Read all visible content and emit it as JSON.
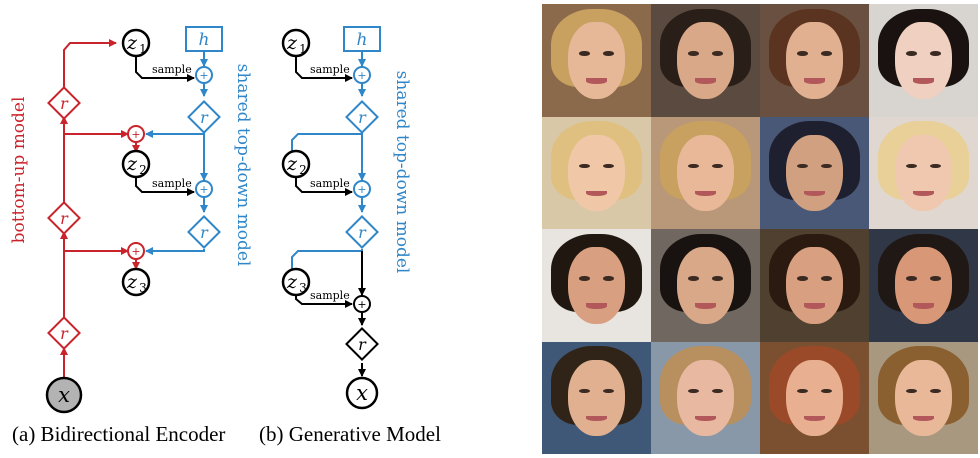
{
  "colors": {
    "red": "#c9242b",
    "blue": "#2f86c8",
    "black": "#000000",
    "x_fill": "#b3b3b3"
  },
  "diagram_a": {
    "nodes": {
      "z1": "z",
      "z1_sub": "1",
      "z2": "z",
      "z2_sub": "2",
      "z3": "z",
      "z3_sub": "3",
      "h": "h",
      "x": "x"
    },
    "r_label": "r",
    "plus_label": "+",
    "sample_label": "sample",
    "bottom_up_label": "bottom-up model",
    "top_down_label": "shared top-down model"
  },
  "diagram_b": {
    "nodes": {
      "z1": "z",
      "z1_sub": "1",
      "z2": "z",
      "z2_sub": "2",
      "z3": "z",
      "z3_sub": "3",
      "h": "h",
      "x": "x"
    },
    "r_label": "r",
    "plus_label": "+",
    "sample_label": "sample",
    "top_down_label": "shared top-down model"
  },
  "captions": {
    "a": "(a) Bidirectional Encoder",
    "b": "(b) Generative Model"
  },
  "faces": [
    {
      "bg": "#8a6a4a",
      "hair": "#c8a060",
      "skin": "#e6b898"
    },
    {
      "bg": "#5a4a40",
      "hair": "#2a1e18",
      "skin": "#d8a888"
    },
    {
      "bg": "#6a5040",
      "hair": "#5a3420",
      "skin": "#e0b090"
    },
    {
      "bg": "#d8d4d0",
      "hair": "#1a1210",
      "skin": "#f0d0c0"
    },
    {
      "bg": "#d8c8a8",
      "hair": "#e0c080",
      "skin": "#f0c8a8"
    },
    {
      "bg": "#b89878",
      "hair": "#c8a060",
      "skin": "#e8b898"
    },
    {
      "bg": "#4a5878",
      "hair": "#1e2030",
      "skin": "#d0a080"
    },
    {
      "bg": "#e0d8d0",
      "hair": "#e8d098",
      "skin": "#f0c8b0"
    },
    {
      "bg": "#e8e4e0",
      "hair": "#201810",
      "skin": "#d8a080"
    },
    {
      "bg": "#706860",
      "hair": "#181210",
      "skin": "#d8a888"
    },
    {
      "bg": "#504030",
      "hair": "#2a1a10",
      "skin": "#d8a080"
    },
    {
      "bg": "#303848",
      "hair": "#201814",
      "skin": "#d89878"
    },
    {
      "bg": "#405878",
      "hair": "#302418",
      "skin": "#e0b090"
    },
    {
      "bg": "#8898a8",
      "hair": "#b89060",
      "skin": "#e8b8a0"
    },
    {
      "bg": "#7a5030",
      "hair": "#9a4a28",
      "skin": "#e8b090"
    },
    {
      "bg": "#a89880",
      "hair": "#8a6030",
      "skin": "#e8b898"
    }
  ]
}
